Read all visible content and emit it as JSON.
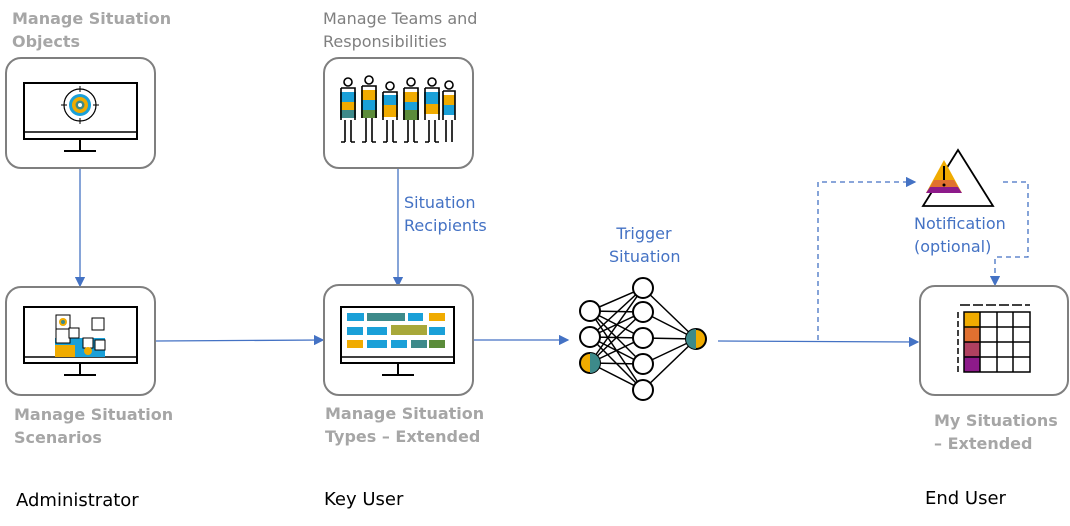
{
  "nodes": {
    "situation_objects": {
      "line1": "Manage Situation",
      "line2": "Objects"
    },
    "teams": {
      "line1": "Manage Teams and",
      "line2": "Responsibilities"
    },
    "scenarios": {
      "line1": "Manage Situation",
      "line2": "Scenarios"
    },
    "types": {
      "line1": "Manage Situation",
      "line2": "Types – Extended"
    },
    "my_situations": {
      "line1": "My Situations",
      "line2": "– Extended"
    }
  },
  "edges": {
    "recipients": {
      "line1": "Situation",
      "line2": "Recipients"
    },
    "trigger": {
      "line1": "Trigger",
      "line2": "Situation"
    },
    "notification": {
      "line1": "Notification",
      "line2": "(optional)"
    }
  },
  "roles": {
    "administrator": "Administrator",
    "key_user": "Key User",
    "end_user": "End User"
  },
  "colors": {
    "arrow": "#4472c4",
    "box_border": "#7f7f7f",
    "label_gray": "#a6a6a6",
    "yellow": "#f0ab00",
    "teal": "#3d8a8a",
    "blue": "#1aa0d8",
    "green": "#5b8c3a",
    "purple": "#8d1a8a"
  }
}
